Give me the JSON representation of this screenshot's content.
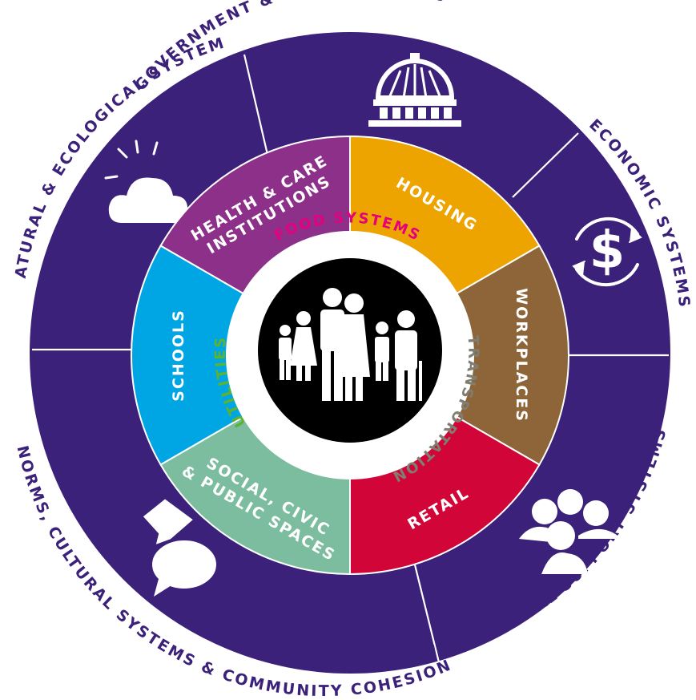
{
  "outer_systems": [
    {
      "name": "government-legal",
      "label": "GOVERNMENT & LEGAL SYSTEMS",
      "icon": "capitol-building-icon"
    },
    {
      "name": "economic",
      "label": "ECONOMIC SYSTEMS",
      "icon": "dollar-cycle-icon"
    },
    {
      "name": "family-social-support",
      "label": "FAMILY & SOCIAL SUPPORT SYSTEMS",
      "icon": "people-group-icon"
    },
    {
      "name": "norms-cultural",
      "label": "NORMS, CULTURAL SYSTEMS & COMMUNITY COHESION",
      "icon": "speech-bubbles-icon"
    },
    {
      "name": "natural-ecological",
      "label": "NATURAL & ECOLOGICAL SYSTEMS",
      "icon": "sun-cloud-icon"
    }
  ],
  "inner_segments": [
    {
      "name": "health-care",
      "lines": [
        "HEALTH & CARE",
        "INSTITUTIONS"
      ],
      "color": "#8d3089"
    },
    {
      "name": "housing",
      "lines": [
        "HOUSING"
      ],
      "color": "#eda400"
    },
    {
      "name": "workplaces",
      "lines": [
        "WORKPLACES"
      ],
      "color": "#8e6538"
    },
    {
      "name": "retail",
      "lines": [
        "RETAIL"
      ],
      "color": "#d10537"
    },
    {
      "name": "social-civic",
      "lines": [
        "SOCIAL, CIVIC",
        "& PUBLIC SPACES"
      ],
      "color": "#7cbd9f"
    },
    {
      "name": "schools",
      "lines": [
        "SCHOOLS"
      ],
      "color": "#00a6e4"
    }
  ],
  "infrastructure": [
    {
      "name": "food-systems",
      "label": "FOOD SYSTEMS",
      "color": "#e5007e"
    },
    {
      "name": "transportation",
      "label": "TRANSPORTATION",
      "color": "#7f7e72"
    },
    {
      "name": "utilities",
      "label": "UTILITIES",
      "color": "#5db32d"
    }
  ],
  "center": {
    "icon": "family-icon"
  },
  "colors": {
    "outer_ring": "#3b2179",
    "divider": "#ffffff",
    "center": "#000000",
    "ring": "#ffffff"
  }
}
